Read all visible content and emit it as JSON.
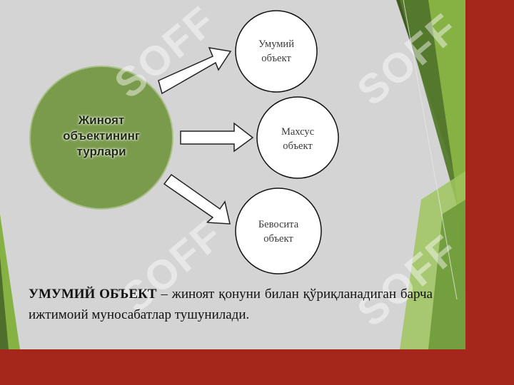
{
  "diagram": {
    "center": {
      "lines": [
        "Жиноят",
        "объектининг",
        "турлари"
      ]
    },
    "nodes": [
      {
        "lines": [
          "Умумий",
          "объект"
        ]
      },
      {
        "lines": [
          "Махсус",
          "объект"
        ]
      },
      {
        "lines": [
          "Бевосита",
          "объект"
        ]
      }
    ]
  },
  "description": {
    "term": "УМУМИЙ ОБЪЕКТ",
    "text": " – жиноят қонуни билан қўриқланадиган барча ижтимоий муносабатлар тушунилади."
  },
  "watermark": "SOFF",
  "colors": {
    "background": "#d4d4d4",
    "center_fill": "#7a9a4c",
    "accent_red": "#a5271c",
    "dark_green": "#4f6e2b",
    "light_green": "#86b143"
  }
}
